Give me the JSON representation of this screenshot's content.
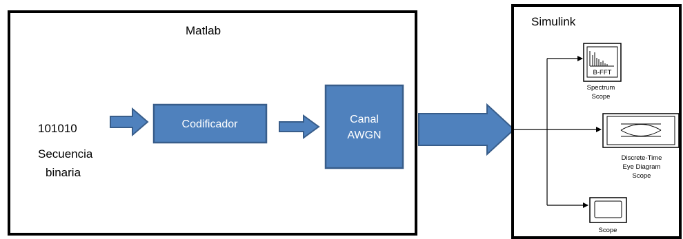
{
  "matlab_panel": {
    "title": "Matlab",
    "input_bits": "101010",
    "input_caption_line1": "Secuencia",
    "input_caption_line2": "binaria",
    "encoder_label": "Codificador",
    "channel_label_line1": "Canal",
    "channel_label_line2": "AWGN"
  },
  "simulink_panel": {
    "title": "Simulink",
    "spectrum_block_text": "B-FFT",
    "spectrum_caption_line1": "Spectrum",
    "spectrum_caption_line2": "Scope",
    "eye_caption_line1": "Discrete-Time",
    "eye_caption_line2": "Eye Diagram",
    "eye_caption_line3": "Scope",
    "scope_caption": "Scope"
  },
  "colors": {
    "block_fill": "#4f81bd",
    "block_stroke": "#385d8a",
    "frame": "#000000"
  }
}
